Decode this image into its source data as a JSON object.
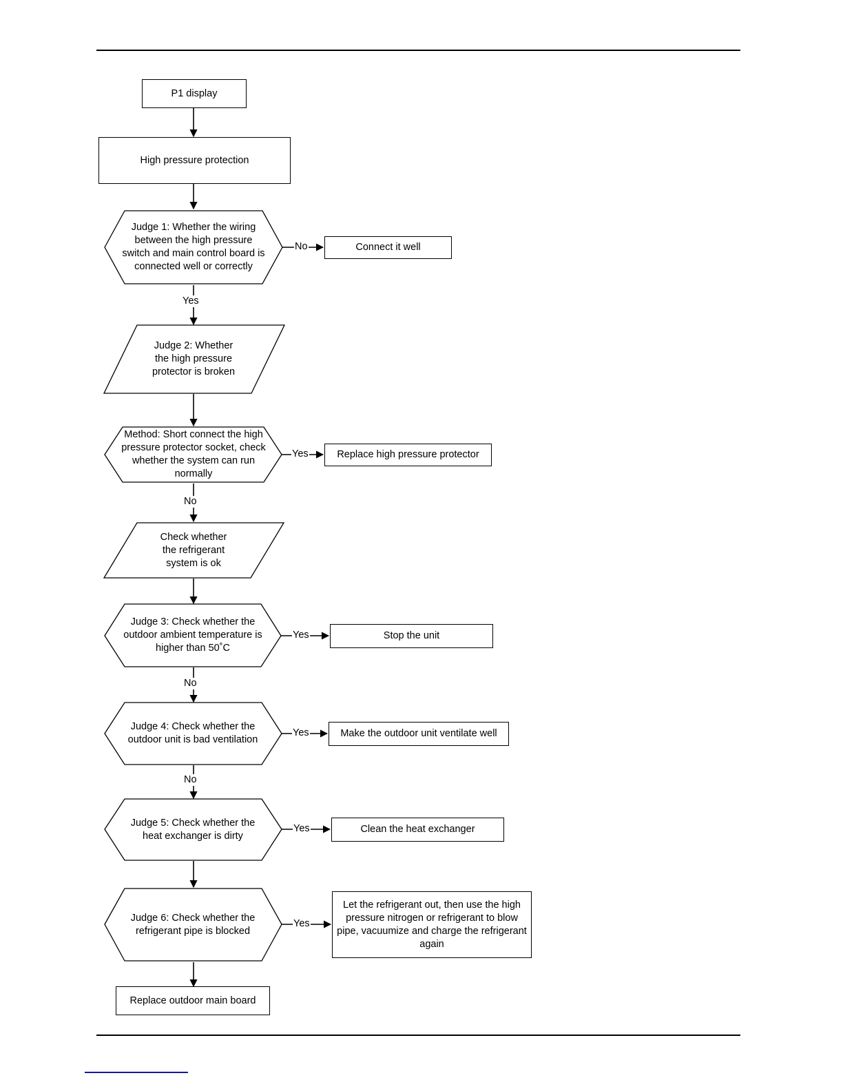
{
  "document": {
    "type": "troubleshooting-flowchart",
    "header_rule": true,
    "footer_rule": true,
    "footer_mark_color": "#16179c",
    "stroke_color": "#000000",
    "background_color": "#ffffff"
  },
  "chart_data": {
    "type": "diagram",
    "title": "P1 high pressure protection troubleshooting flowchart",
    "nodes": [
      {
        "id": "n1",
        "shape": "rectangle",
        "label": "P1 display"
      },
      {
        "id": "n2",
        "shape": "rectangle",
        "label": "High pressure protection"
      },
      {
        "id": "n3",
        "shape": "hexagon",
        "label": "Judge 1: Whether the wiring between the high pressure switch and main control board is connected well or correctly"
      },
      {
        "id": "n4",
        "shape": "rectangle",
        "label": "Connect it well"
      },
      {
        "id": "n5",
        "shape": "parallelogram",
        "label": "Judge 2: Whether\nthe high pressure\nprotector is broken"
      },
      {
        "id": "n6",
        "shape": "hexagon",
        "label": "Method: Short connect the high pressure protector socket, check whether the system can run normally"
      },
      {
        "id": "n7",
        "shape": "rectangle",
        "label": "Replace high pressure protector"
      },
      {
        "id": "n8",
        "shape": "parallelogram",
        "label": "Check whether\nthe refrigerant\nsystem is ok"
      },
      {
        "id": "n9",
        "shape": "hexagon",
        "label": "Judge 3: Check whether the outdoor ambient temperature is higher than 50˚C"
      },
      {
        "id": "n10",
        "shape": "rectangle",
        "label": "Stop the unit"
      },
      {
        "id": "n11",
        "shape": "hexagon",
        "label": "Judge 4: Check whether the outdoor unit is bad ventilation"
      },
      {
        "id": "n12",
        "shape": "rectangle",
        "label": "Make the outdoor unit ventilate well"
      },
      {
        "id": "n13",
        "shape": "hexagon",
        "label": "Judge 5: Check whether the heat exchanger is dirty"
      },
      {
        "id": "n14",
        "shape": "rectangle",
        "label": "Clean the heat exchanger"
      },
      {
        "id": "n15",
        "shape": "hexagon",
        "label": "Judge 6: Check whether the refrigerant pipe is blocked"
      },
      {
        "id": "n16",
        "shape": "rectangle",
        "label": "Let the refrigerant out, then use the high pressure nitrogen or refrigerant to blow pipe, vacuumize and charge the refrigerant again"
      },
      {
        "id": "n17",
        "shape": "rectangle",
        "label": "Replace outdoor main board"
      }
    ],
    "edges": [
      {
        "from": "n1",
        "to": "n2",
        "label": ""
      },
      {
        "from": "n2",
        "to": "n3",
        "label": ""
      },
      {
        "from": "n3",
        "to": "n4",
        "label": "No"
      },
      {
        "from": "n3",
        "to": "n5",
        "label": "Yes"
      },
      {
        "from": "n5",
        "to": "n6",
        "label": ""
      },
      {
        "from": "n6",
        "to": "n7",
        "label": "Yes"
      },
      {
        "from": "n6",
        "to": "n8",
        "label": "No"
      },
      {
        "from": "n8",
        "to": "n9",
        "label": ""
      },
      {
        "from": "n9",
        "to": "n10",
        "label": "Yes"
      },
      {
        "from": "n9",
        "to": "n11",
        "label": "No"
      },
      {
        "from": "n11",
        "to": "n12",
        "label": "Yes"
      },
      {
        "from": "n11",
        "to": "n13",
        "label": "No"
      },
      {
        "from": "n13",
        "to": "n14",
        "label": "Yes"
      },
      {
        "from": "n13",
        "to": "n15",
        "label": ""
      },
      {
        "from": "n15",
        "to": "n16",
        "label": "Yes"
      },
      {
        "from": "n15",
        "to": "n17",
        "label": ""
      }
    ]
  },
  "nodes": {
    "p1_display": "P1 display",
    "high_pressure_protection": "High pressure protection",
    "judge1": "Judge 1: Whether the wiring between the high pressure switch and main control board is connected well or correctly",
    "connect_it_well": "Connect it well",
    "judge2": "Judge 2: Whether\nthe high pressure\nprotector is broken",
    "method_short_connect": "Method: Short connect the high pressure protector socket, check whether the system can run normally",
    "replace_protector": "Replace high pressure protector",
    "check_refrigerant_system": "Check whether\nthe refrigerant\nsystem is ok",
    "judge3": "Judge 3: Check whether the outdoor ambient temperature is higher than 50˚C",
    "stop_the_unit": "Stop the unit",
    "judge4": "Judge 4: Check whether the outdoor unit is bad ventilation",
    "ventilate_well": "Make the outdoor unit ventilate well",
    "judge5": "Judge 5: Check whether the heat exchanger is dirty",
    "clean_heat_exchanger": "Clean the heat exchanger",
    "judge6": "Judge 6: Check whether the refrigerant pipe is blocked",
    "blow_pipe_recharge": "Let the refrigerant out, then use the high pressure nitrogen or refrigerant to blow pipe, vacuumize and charge the refrigerant again",
    "replace_main_board": "Replace outdoor main board"
  },
  "edge_labels": {
    "judge1_no": "No",
    "judge1_yes": "Yes",
    "method_yes": "Yes",
    "method_no": "No",
    "judge3_yes": "Yes",
    "judge3_no": "No",
    "judge4_yes": "Yes",
    "judge4_no": "No",
    "judge5_yes": "Yes",
    "judge6_yes": "Yes"
  }
}
